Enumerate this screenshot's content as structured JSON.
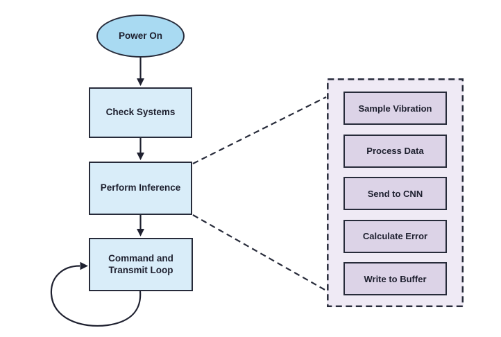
{
  "colors": {
    "page_bg": "#ffffff",
    "ellipse_fill": "#a9daf2",
    "node_fill": "#d9edf9",
    "panel_fill": "#efeaf5",
    "step_fill": "#dcd3e7",
    "border_dark": "#272b3a",
    "text_dark": "#1d1f2e",
    "arrow": "#1f2130"
  },
  "flowchart": {
    "start_node": {
      "label": "Power On",
      "shape": "ellipse"
    },
    "nodes": [
      {
        "label": "Check Systems",
        "shape": "rect"
      },
      {
        "label": "Perform Inference",
        "shape": "rect"
      },
      {
        "label": "Command and Transmit Loop",
        "shape": "rect"
      }
    ],
    "detail_panel": {
      "expanded_from": "Perform Inference",
      "steps": [
        {
          "label": "Sample Vibration"
        },
        {
          "label": "Process Data"
        },
        {
          "label": "Send to CNN"
        },
        {
          "label": "Calculate Error"
        },
        {
          "label": "Write to Buffer"
        }
      ]
    }
  }
}
